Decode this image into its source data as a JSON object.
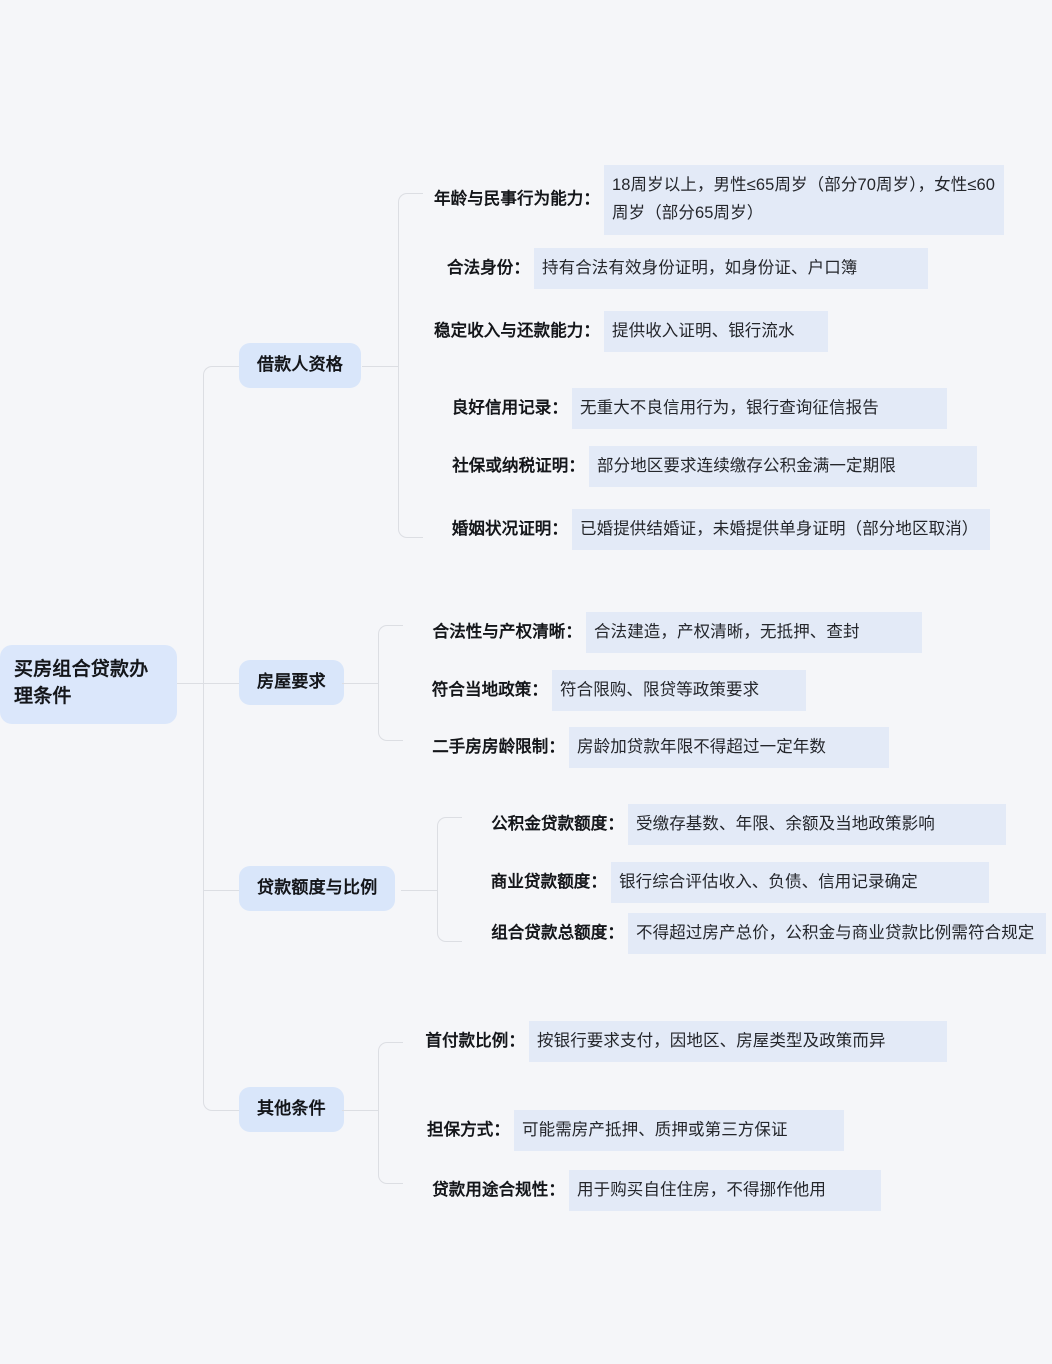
{
  "title": "买房组合贷款办理条件",
  "colors": {
    "page_background": "#f5f6f9",
    "root_node_background": "#dbe7fb",
    "branch_node_background": "#d9e6fa",
    "value_highlight_background": "#e3eaf7",
    "connector_line": "#dcdee3",
    "text": "#14161a"
  },
  "root": {
    "label": "买房组合贷款办理条件"
  },
  "branches": [
    {
      "label": "借款人资格",
      "leaves": [
        {
          "label": "年龄与民事行为能力：",
          "value": "18周岁以上，男性≤65周岁（部分70周岁），女性≤60周岁（部分65周岁）"
        },
        {
          "label": "合法身份：",
          "value": "持有合法有效身份证明，如身份证、户口簿"
        },
        {
          "label": "稳定收入与还款能力：",
          "value": "提供收入证明、银行流水"
        },
        {
          "label": "良好信用记录：",
          "value": "无重大不良信用行为，银行查询征信报告"
        },
        {
          "label": "社保或纳税证明：",
          "value": "部分地区要求连续缴存公积金满一定期限"
        },
        {
          "label": "婚姻状况证明：",
          "value": "已婚提供结婚证，未婚提供单身证明（部分地区取消）"
        }
      ]
    },
    {
      "label": "房屋要求",
      "leaves": [
        {
          "label": "合法性与产权清晰：",
          "value": "合法建造，产权清晰，无抵押、查封"
        },
        {
          "label": "符合当地政策：",
          "value": "符合限购、限贷等政策要求"
        },
        {
          "label": "二手房房龄限制：",
          "value": "房龄加贷款年限不得超过一定年数"
        }
      ]
    },
    {
      "label": "贷款额度与比例",
      "leaves": [
        {
          "label": "公积金贷款额度：",
          "value": "受缴存基数、年限、余额及当地政策影响"
        },
        {
          "label": "商业贷款额度：",
          "value": "银行综合评估收入、负债、信用记录确定"
        },
        {
          "label": "组合贷款总额度：",
          "value": "不得超过房产总价，公积金与商业贷款比例需符合规定"
        }
      ]
    },
    {
      "label": "其他条件",
      "leaves": [
        {
          "label": "首付款比例：",
          "value": "按银行要求支付，因地区、房屋类型及政策而异"
        },
        {
          "label": "担保方式：",
          "value": "可能需房产抵押、质押或第三方保证"
        },
        {
          "label": "贷款用途合规性：",
          "value": "用于购买自住住房，不得挪作他用"
        }
      ]
    }
  ]
}
